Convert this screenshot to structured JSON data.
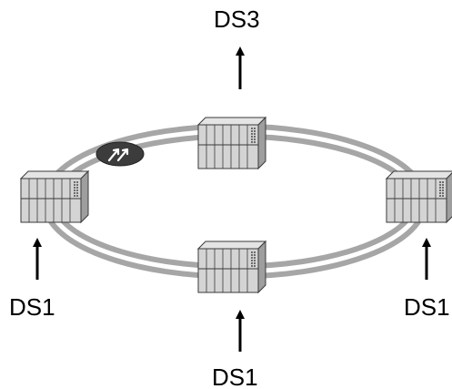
{
  "labels": {
    "top": "DS3",
    "left": "DS1",
    "bottom": "DS1",
    "right": "DS1"
  },
  "colors": {
    "ring": "#a6a6a6",
    "ring_gap": "#ffffff",
    "node_face": "#d4d4d4",
    "node_top": "#e4e4e4",
    "node_side": "#9e9e9e",
    "node_line": "#3a3a3a",
    "arrow": "#000000",
    "badge": "#3c3c3c"
  },
  "icons": {
    "node": "network-multiplexer-icon",
    "badge": "traffic-direction-badge-icon"
  }
}
